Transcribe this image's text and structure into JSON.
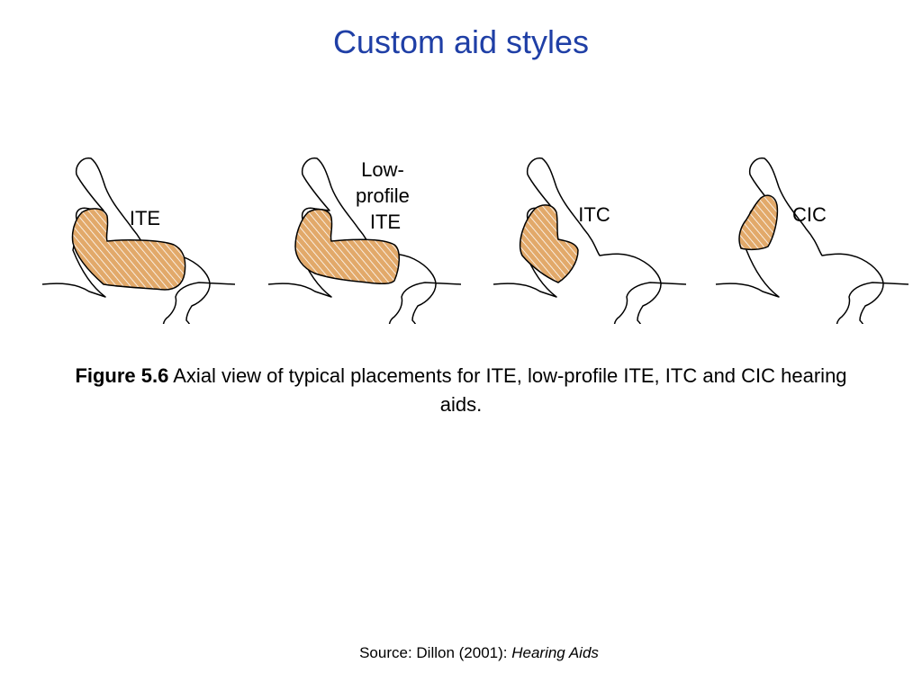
{
  "title": "Custom aid styles",
  "diagram": {
    "panels": [
      {
        "label_lines": [
          "ITE"
        ]
      },
      {
        "label_lines": [
          "Low-",
          "profile",
          "ITE"
        ]
      },
      {
        "label_lines": [
          "ITC"
        ]
      },
      {
        "label_lines": [
          "CIC"
        ]
      }
    ]
  },
  "caption": {
    "figure_number": "Figure 5.6",
    "text": " Axial view of typical placements for ITE, low-profile ITE, ITC and CIC hearing aids."
  },
  "source": {
    "prefix": "Source:  Dillon (2001): ",
    "title": "Hearing Aids"
  },
  "colors": {
    "title": "#1f3fa6",
    "aid_fill": "#e2a96a",
    "aid_hatch": "#ffffff",
    "outline": "#000000"
  }
}
